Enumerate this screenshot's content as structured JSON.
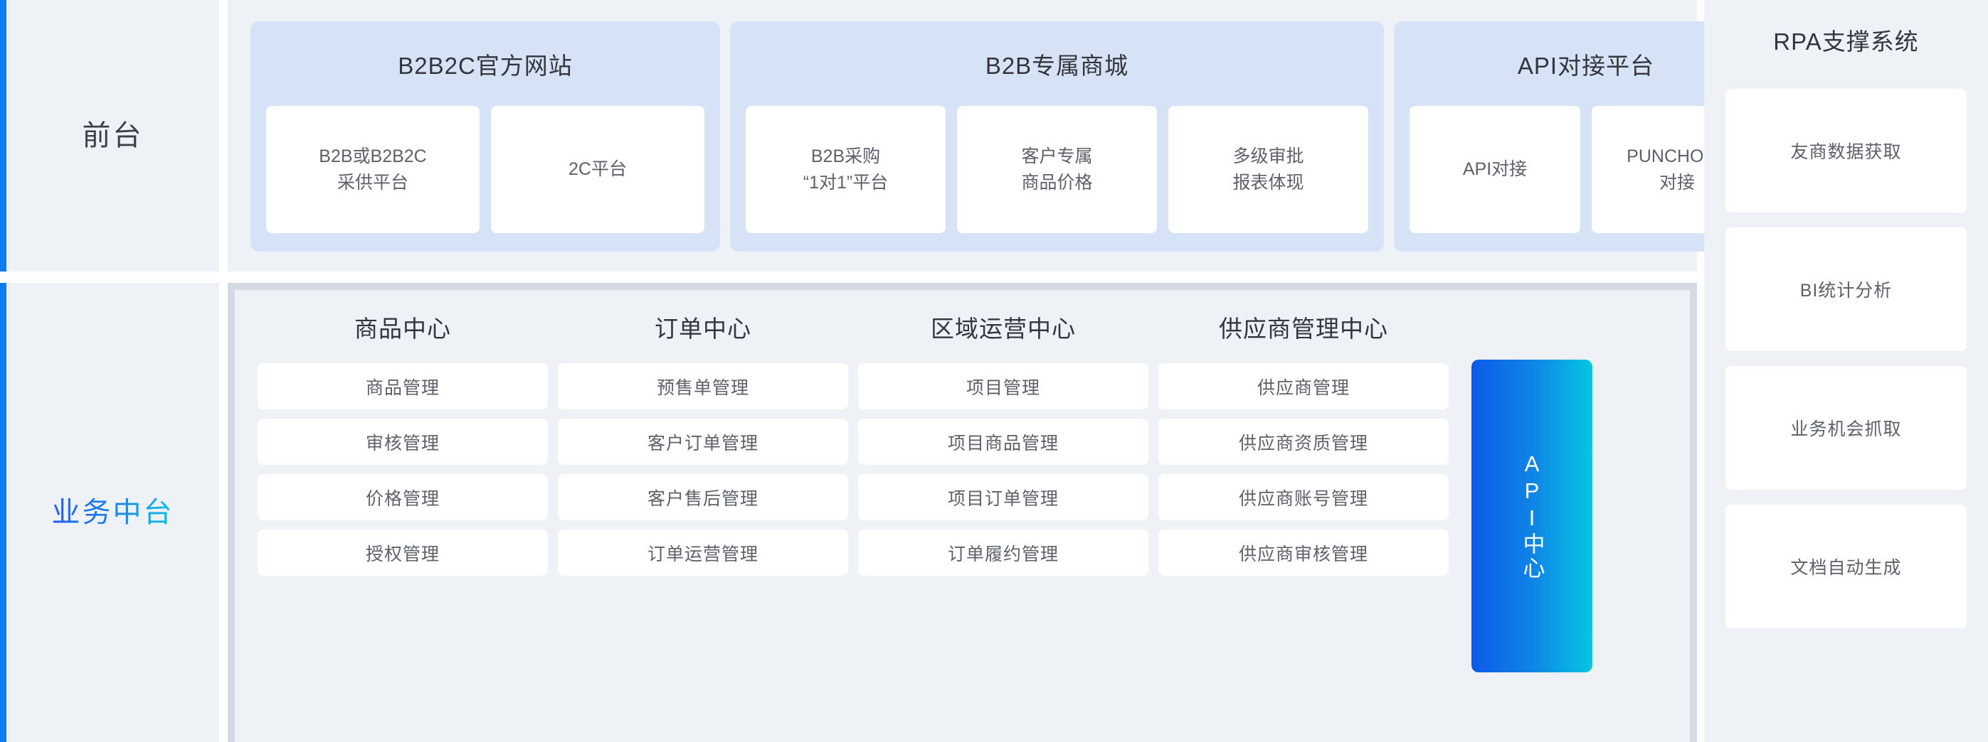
{
  "rails": [
    {
      "label": "前台",
      "gradient": false
    },
    {
      "label": "业务中台",
      "gradient": true
    }
  ],
  "front_office": {
    "groups": [
      {
        "title": "B2B2C官方网站",
        "tiles": [
          "B2B或B2B2C\n采供平台",
          "2C平台"
        ]
      },
      {
        "title": "B2B专属商城",
        "tiles": [
          "B2B采购\n“1对1”平台",
          "客户专属\n商品价格",
          "多级审批\n报表体现"
        ]
      },
      {
        "title": "API对接平台",
        "tiles": [
          "API对接",
          "PUNCHOUT\n对接"
        ]
      }
    ]
  },
  "business_platform": {
    "centers": [
      {
        "title": "商品中心",
        "items": [
          "商品管理",
          "审核管理",
          "价格管理",
          "授权管理"
        ]
      },
      {
        "title": "订单中心",
        "items": [
          "预售单管理",
          "客户订单管理",
          "客户售后管理",
          "订单运营管理"
        ]
      },
      {
        "title": "区域运营中心",
        "items": [
          "项目管理",
          "项目商品管理",
          "项目订单管理",
          "订单履约管理"
        ]
      },
      {
        "title": "供应商管理中心",
        "items": [
          "供应商管理",
          "供应商资质管理",
          "供应商账号管理",
          "供应商审核管理"
        ]
      }
    ],
    "api_hub": {
      "label": "API中心"
    }
  },
  "rpa": {
    "title": "RPA支撑系统",
    "items": [
      "友商数据获取",
      "BI统计分析",
      "业务机会抓取",
      "文档自动生成"
    ]
  },
  "colors": {
    "rail_accent": "#0a7cf0",
    "panel_bg": "#eef2f7",
    "group_bg": "#d6e2f5",
    "tile_bg": "#ffffff",
    "mid_border": "#d5dbe2",
    "text_primary": "#33363c",
    "text_secondary": "#5d6169",
    "api_hub_from": "#0b5ae8",
    "api_hub_to": "#05c7e2"
  }
}
